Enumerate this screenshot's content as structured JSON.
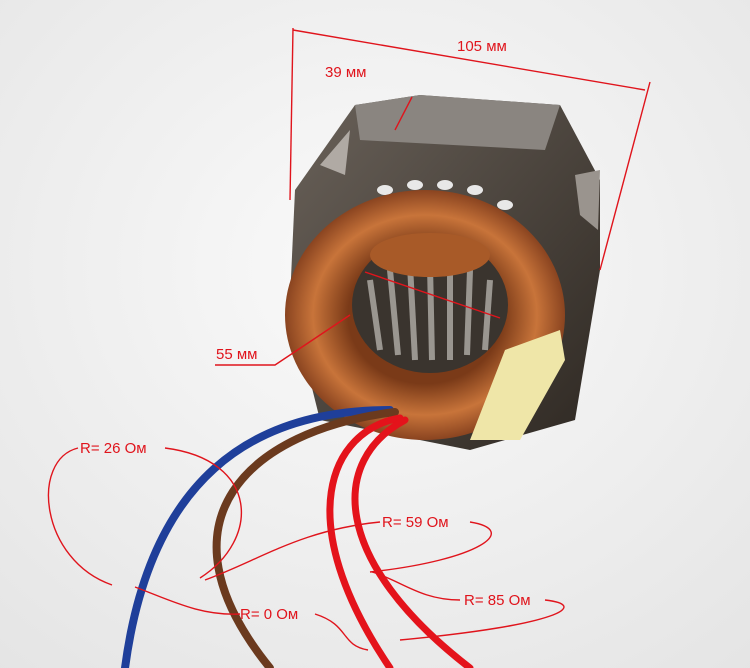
{
  "photo": {
    "subject": "stator-with-winding",
    "dimensions": {
      "length": "105 мм",
      "height": "39 мм",
      "inner_diameter": "55 мм"
    },
    "resistances": {
      "blue_brown": "R= 26 Ом",
      "brown_red": "R= 59 Ом",
      "red_red": "R= 85 Ом",
      "blue_red": "R= 0 Ом"
    },
    "colors": {
      "annotation": "#e0141c",
      "copper": "#b8642e",
      "core": "#4a4038",
      "wire_blue": "#1f3f9a",
      "wire_brown": "#6b3a1e",
      "wire_red": "#e4131b"
    }
  }
}
